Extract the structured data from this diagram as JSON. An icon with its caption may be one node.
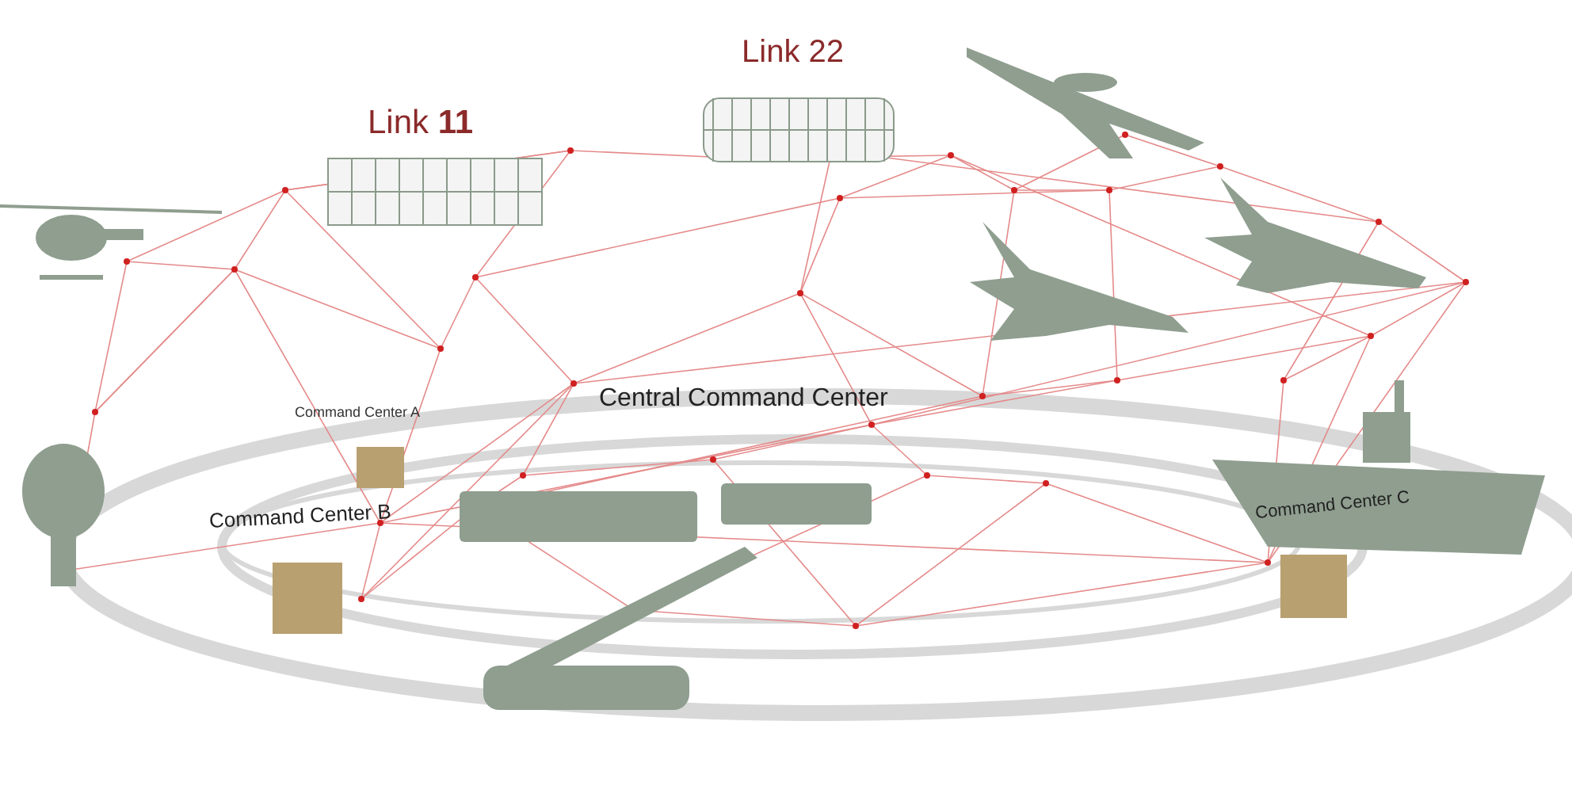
{
  "diagram": {
    "labels": [
      "Link 22",
      "Link **11**",
      "Command Center A",
      "Central Command Center",
      "Command Center B",
      "Command Center C"
    ]
  }
}
